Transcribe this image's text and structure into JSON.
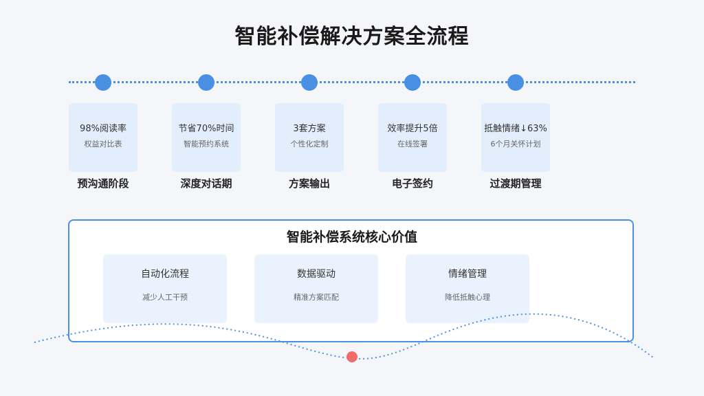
{
  "title": "智能补偿解决方案全流程",
  "stages": [
    {
      "main": "98%阅读率",
      "sub": "权益对比表",
      "label": "预沟通阶段"
    },
    {
      "main": "节省70%时间",
      "sub": "智能预约系统",
      "label": "深度对话期"
    },
    {
      "main": "3套方案",
      "sub": "个性化定制",
      "label": "方案输出"
    },
    {
      "main": "效率提升5倍",
      "sub": "在线签署",
      "label": "电子签约"
    },
    {
      "main": "抵触情绪↓63%",
      "sub": "6个月关怀计划",
      "label": "过渡期管理"
    }
  ],
  "value_section": {
    "title": "智能补偿系统核心价值",
    "cards": [
      {
        "main": "自动化流程",
        "sub": "减少人工干预"
      },
      {
        "main": "数据驱动",
        "sub": "精准方案匹配"
      },
      {
        "main": "情绪管理",
        "sub": "降低抵触心理"
      }
    ]
  },
  "colors": {
    "accent": "#4a90e2",
    "card_bg": "#e3eefc",
    "marker": "#f16b6b"
  }
}
